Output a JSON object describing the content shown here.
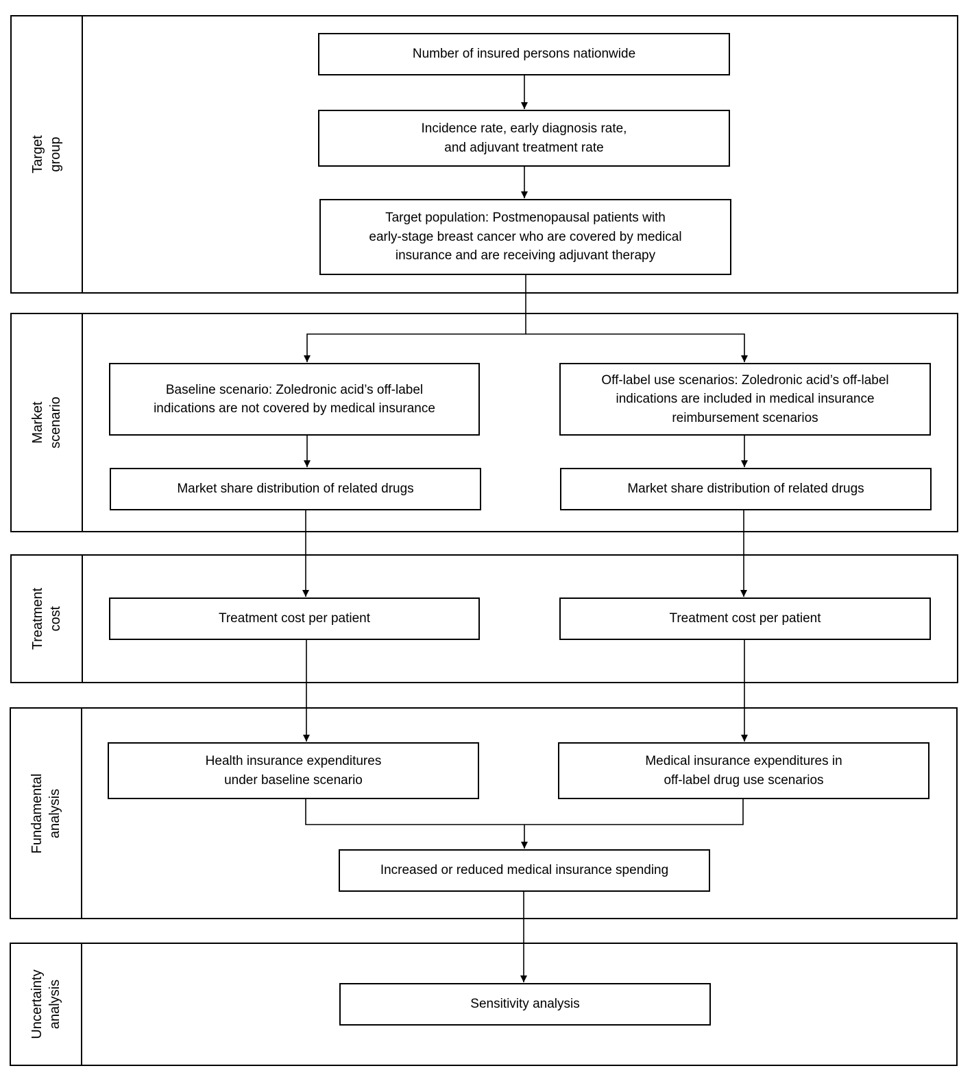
{
  "sections": {
    "target_group": {
      "label_line1": "Target",
      "label_line2": "group"
    },
    "market_scenario": {
      "label_line1": "Market",
      "label_line2": "scenario"
    },
    "treatment_cost": {
      "label_line1": "Treatment",
      "label_line2": "cost"
    },
    "fundamental_analysis": {
      "label_line1": "Fundamental",
      "label_line2": "analysis"
    },
    "uncertainty_analysis": {
      "label_line1": "Uncertainty",
      "label_line2": "analysis"
    }
  },
  "boxes": {
    "insured_persons": "Number of insured persons nationwide",
    "rates": "Incidence rate, early diagnosis rate,\nand adjuvant treatment rate",
    "target_population": "Target population: Postmenopausal patients with\nearly-stage breast cancer who are covered by medical\ninsurance and are receiving adjuvant therapy",
    "baseline_scenario": "Baseline scenario: Zoledronic acid’s off-label\nindications are not covered by medical insurance",
    "offlabel_scenario": "Off-label use scenarios: Zoledronic acid’s off-label\nindications are included in medical insurance\nreimbursement scenarios",
    "market_share_left": "Market share distribution of related drugs",
    "market_share_right": "Market share distribution of related drugs",
    "treatment_cost_left": "Treatment cost per patient",
    "treatment_cost_right": "Treatment cost per patient",
    "health_expenditures_baseline": "Health insurance expenditures\nunder baseline scenario",
    "medical_expenditures_offlabel": "Medical insurance expenditures in\noff-label drug use scenarios",
    "spending_change": "Increased or reduced medical insurance spending",
    "sensitivity": "Sensitivity analysis"
  }
}
